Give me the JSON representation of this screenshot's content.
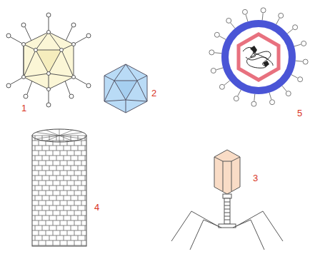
{
  "diagram": {
    "labels": [
      "1",
      "2",
      "5",
      "4",
      "3"
    ]
  }
}
